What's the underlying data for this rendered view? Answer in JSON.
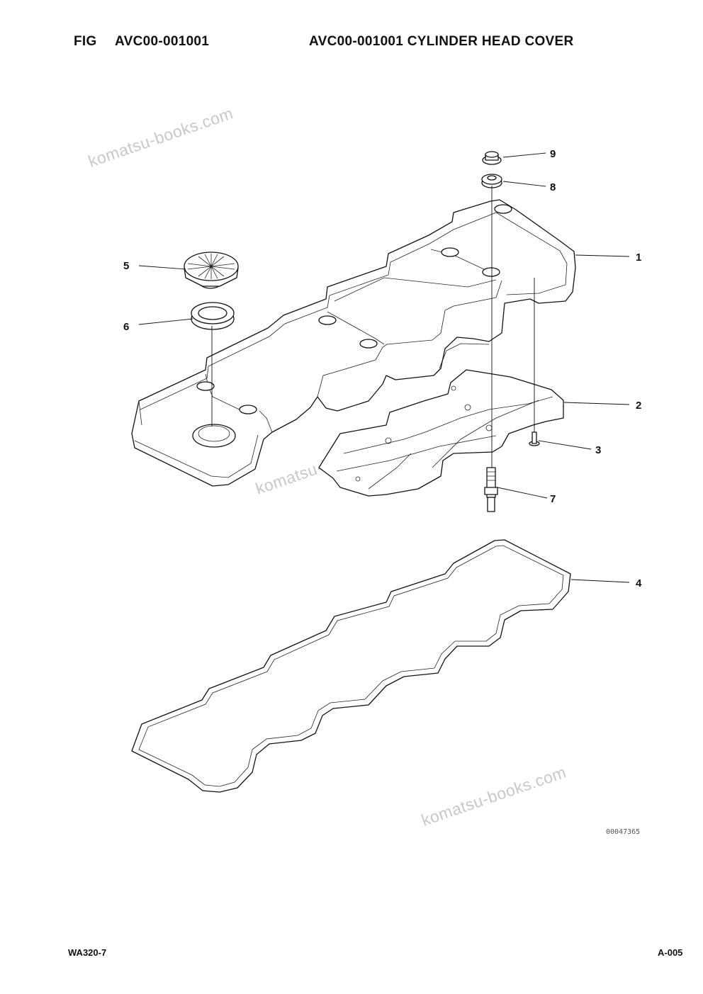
{
  "header": {
    "fig_label": "FIG",
    "fig_code": "AVC00-001001",
    "title": "AVC00-001001 CYLINDER HEAD COVER"
  },
  "footer": {
    "model": "WA320-7",
    "page": "A-005"
  },
  "drawing_number": "00047365",
  "watermarks": [
    "komatsu-books.com",
    "komatsu-books.com",
    "komatsu-books.com"
  ],
  "callouts": {
    "c1": "1",
    "c2": "2",
    "c3": "3",
    "c4": "4",
    "c5": "5",
    "c6": "6",
    "c7": "7",
    "c8": "8",
    "c9": "9"
  }
}
